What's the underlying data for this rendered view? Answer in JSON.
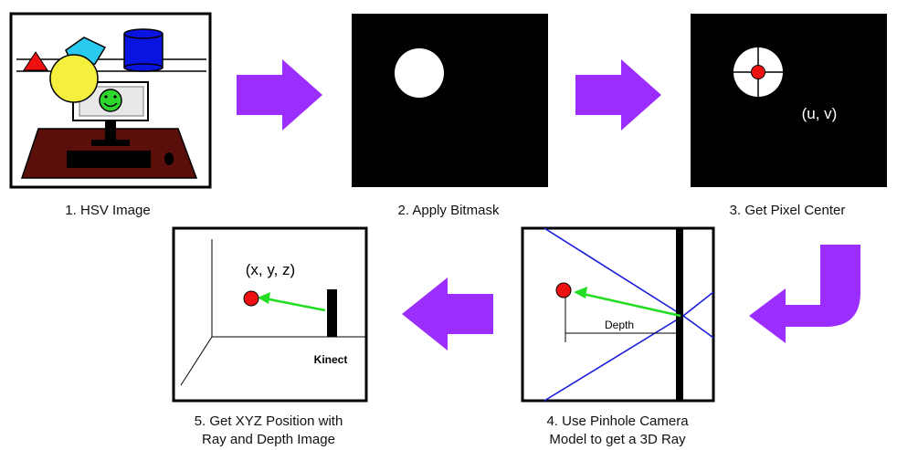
{
  "steps": [
    {
      "number": "1.",
      "label": "HSV Image"
    },
    {
      "number": "2.",
      "label": "Apply Bitmask"
    },
    {
      "number": "3.",
      "label": "Get Pixel Center",
      "annotation": "(u, v)"
    },
    {
      "number": "4.",
      "label_line1": "Use Pinhole Camera",
      "label_line2": "Model to get a 3D Ray",
      "annotation": "Depth"
    },
    {
      "number": "5.",
      "label_line1": "Get XYZ Position with",
      "label_line2": "Ray and Depth Image",
      "annotation": "(x, y, z)",
      "sensor_label": "Kinect"
    }
  ],
  "colors": {
    "arrow": "#9b2dff",
    "frame": "#000000",
    "target": "#ee1111",
    "ray": "#22dd22",
    "frustum": "#1c1cdd",
    "desk": "#5a0f0a",
    "ball": "#f5ef3d",
    "cube": "#29c9f0",
    "cylinder": "#0a14e0",
    "cone": "#ee1111",
    "smiley": "#2ed82e"
  },
  "icons": {
    "flow_arrow": "arrow-right-icon",
    "flow_arrow_back": "arrow-left-icon",
    "flow_turn": "curved-arrow-icon"
  }
}
